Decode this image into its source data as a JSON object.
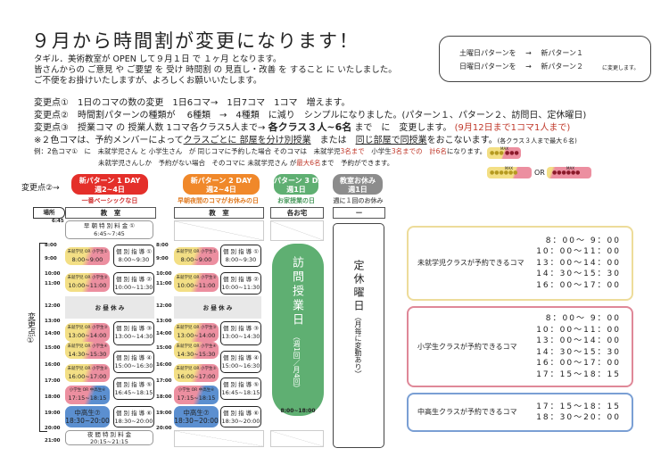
{
  "title": "９月から時間割が変更になります！",
  "intro": [
    "タギル．美術教室が OPEN して９月１日 で １ヶ月 となります。",
    "皆さんからの ご意見 や ご要望 を 受け 時間割 の 見直し・改善 を すること に いたしました。",
    "ご不便をお掛けいたしますが、よろしくお願いいたします。"
  ],
  "bubble": {
    "line1": "土曜日パターンを　 →　 新パターン１",
    "line2": "日曜日パターンを　 →　 新パターン２",
    "suffix": "に変更します。"
  },
  "changes": {
    "c1": "変更点①　1日のコマの数の変更　1日6コマ→　1日7コマ　1コマ　増えます。",
    "c2": "変更点②　時間割パターンの種類が　 6種類　→　4種類　に減り　シンプルになりました。(パターン１、パターン２、訪問日、定休曜日)",
    "c3a": "変更点③　授業コマ の 授業人数 1コマ各クラス5人まで→",
    "c3b": "各クラス３人~6名",
    "c3c": "まで　に　変更します。",
    "c3d": "(9月12日まで1コマ1人まで)",
    "c4a": "※２色コマは、予約メンバーによって",
    "c4b": "クラスごとに 部屋を分け別授業",
    "c4c": "　または　",
    "c4d": "同じ部屋で同授業",
    "c4e": "をおこないます。",
    "c4f": "(各クラス３人まで最大６名)"
  },
  "example": {
    "l1a": "例：2色コマ①　に　未就学児さん と 小学生さん　が 同じコマに予約した場合 そのコマは　未就学児",
    "l1b": "3名まで",
    "l1c": "　小学生",
    "l1d": "3名までの",
    "l1e": "　計6名",
    "l1f": "になります。",
    "l2a": "未就学児さんしか　予約がない場合　そのコマに 未就学児さん が",
    "l2b": "最大6名",
    "l2c": "まで　予約ができます。"
  },
  "legend": {
    "max": "MAX",
    "or": "OR"
  },
  "change2_label": "変更点②→",
  "change1_label": "変更点①",
  "place_label": "場所",
  "patterns": [
    {
      "name": "新パターン 1 DAY",
      "sub": "週2~4日",
      "desc": "一番ベーシックな日",
      "place": "教　室",
      "color": "#e42f2a",
      "descColor": "#d03030"
    },
    {
      "name": "新パターン 2 DAY",
      "sub": "週2~4日",
      "desc": "早朝夜間のコマがお休みの日",
      "place": "教　室",
      "color": "#f0882a",
      "descColor": "#e07a20"
    },
    {
      "name": "パターン 3 DAY",
      "sub": "週1日",
      "desc": "お家授業の日",
      "place": "各お宅",
      "color": "#5faf72",
      "descColor": "#4a9a5e"
    },
    {
      "name": "教室お休み",
      "sub": "週1日",
      "desc": "週に１回のお休み",
      "place": "ー",
      "color": "#8c8c8c",
      "descColor": "#666"
    }
  ],
  "times": [
    "6:45",
    "8:00",
    "9:00",
    "10:00",
    "11:00",
    "12:00",
    "13:00",
    "14:00",
    "15:00",
    "16:00",
    "17:00",
    "18:00",
    "19:00",
    "20:00",
    "21:00"
  ],
  "slots": {
    "early": [
      "早 朝 特 別 料 金 ①",
      "6:45~7:45"
    ],
    "night": [
      "夜 間 特 別 料 金",
      "20:15~21:15"
    ],
    "lunch": "お 昼 休 み",
    "color": [
      [
        "未就学児 OR 小学生①",
        "8:00~9:00"
      ],
      [
        "未就学児 OR 小学生②",
        "10:00~11:00"
      ],
      [
        "未就学児 OR 小学生③",
        "13:00~14:00"
      ],
      [
        "未就学児 OR 小学生④",
        "14:30~15:30"
      ],
      [
        "未就学児 OR 小学生⑤",
        "16:00~17:00"
      ],
      [
        "小学生 OR 中高生⑥",
        "17:15~18:15"
      ],
      [
        "中高生⑦",
        "18:30~20:00"
      ]
    ],
    "ind": [
      [
        "個 別 指 導 ①",
        "8:00~9:30"
      ],
      [
        "個 別 指 導 ②",
        "10:00~11:30"
      ],
      [
        "個 別 指 導 ③",
        "13:00~14:30"
      ],
      [
        "個 別 指 導 ④",
        "15:00~16:30"
      ],
      [
        "個 別 指 導 ⑤",
        "16:45~18:15"
      ],
      [
        "個 別 指 導 ⑥",
        "18:30~20:00"
      ]
    ]
  },
  "visit": {
    "title": "訪問授業日",
    "note": "（週1回／月4回）",
    "time": "8:00~18:00"
  },
  "closed": {
    "title": "定休曜日",
    "note": "（月毎に変動あり）"
  },
  "classes": [
    {
      "label": "未就学児クラスが予約できるコマ",
      "times": [
        "8：00～ 9：00",
        "10：00～11：00",
        "13：00～14：00",
        "14：30～15：30",
        "16：00～17：00"
      ],
      "color": "#eddc9a"
    },
    {
      "label": "小学生クラスが予約できるコマ",
      "times": [
        "8：00～ 9：00",
        "10：00～11：00",
        "13：00～14：00",
        "14：30～15：30",
        "16：00～17：00",
        "17：15～18：15"
      ],
      "color": "#df8898"
    },
    {
      "label": "中高生クラスが予約できるコマ",
      "times": [
        "17：15～18：15",
        "18：30～20：00"
      ],
      "color": "#7a9fd4"
    }
  ],
  "colors": {
    "yellow": "#f3df85",
    "pink": "#ec8fa0",
    "blue": "#5b8fd0",
    "accentRed": "#c0392b"
  }
}
